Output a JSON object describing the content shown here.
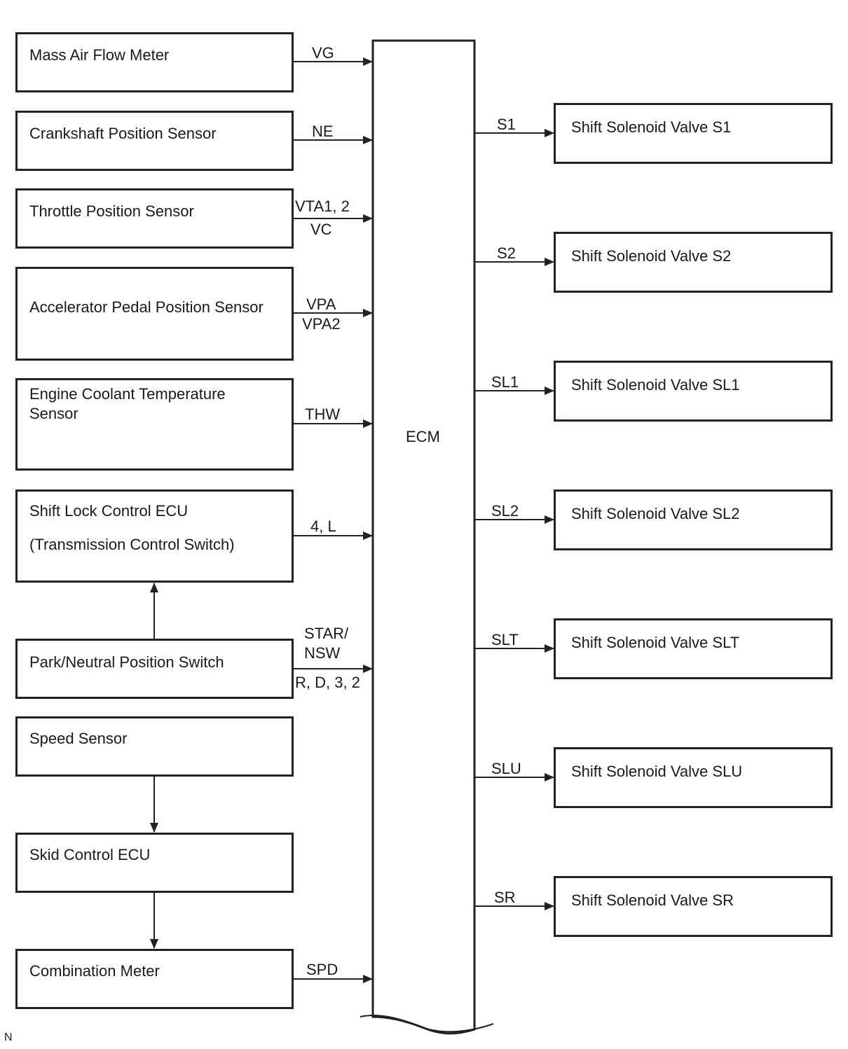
{
  "ecm": {
    "label": "ECM"
  },
  "inputs": [
    {
      "label": "Mass Air Flow Meter",
      "signal": "VG"
    },
    {
      "label": "Crankshaft Position Sensor",
      "signal": "NE"
    },
    {
      "label": "Throttle Position Sensor",
      "signal": "VTA1, 2",
      "signal2": "VC"
    },
    {
      "label": "Accelerator Pedal Position Sensor",
      "signal": "VPA",
      "signal2": "VPA2"
    },
    {
      "label": "Engine Coolant Temperature",
      "label2": "Sensor",
      "signal": "THW"
    },
    {
      "label": "Shift Lock Control ECU",
      "label2": "(Transmission Control Switch)",
      "signal": "4, L"
    },
    {
      "label": "Park/Neutral Position Switch",
      "signal": "STAR/",
      "signal2": "NSW",
      "signal3": "R, D, 3, 2"
    },
    {
      "label": "Speed Sensor"
    },
    {
      "label": "Skid Control ECU"
    },
    {
      "label": "Combination Meter",
      "signal": "SPD"
    }
  ],
  "outputs": [
    {
      "label": "Shift Solenoid Valve S1",
      "signal": "S1"
    },
    {
      "label": "Shift Solenoid Valve S2",
      "signal": "S2"
    },
    {
      "label": "Shift Solenoid Valve SL1",
      "signal": "SL1"
    },
    {
      "label": "Shift Solenoid Valve SL2",
      "signal": "SL2"
    },
    {
      "label": "Shift Solenoid Valve SLT",
      "signal": "SLT"
    },
    {
      "label": "Shift Solenoid Valve SLU",
      "signal": "SLU"
    },
    {
      "label": "Shift Solenoid Valve SR",
      "signal": "SR"
    }
  ],
  "footer": {
    "code": "N"
  }
}
